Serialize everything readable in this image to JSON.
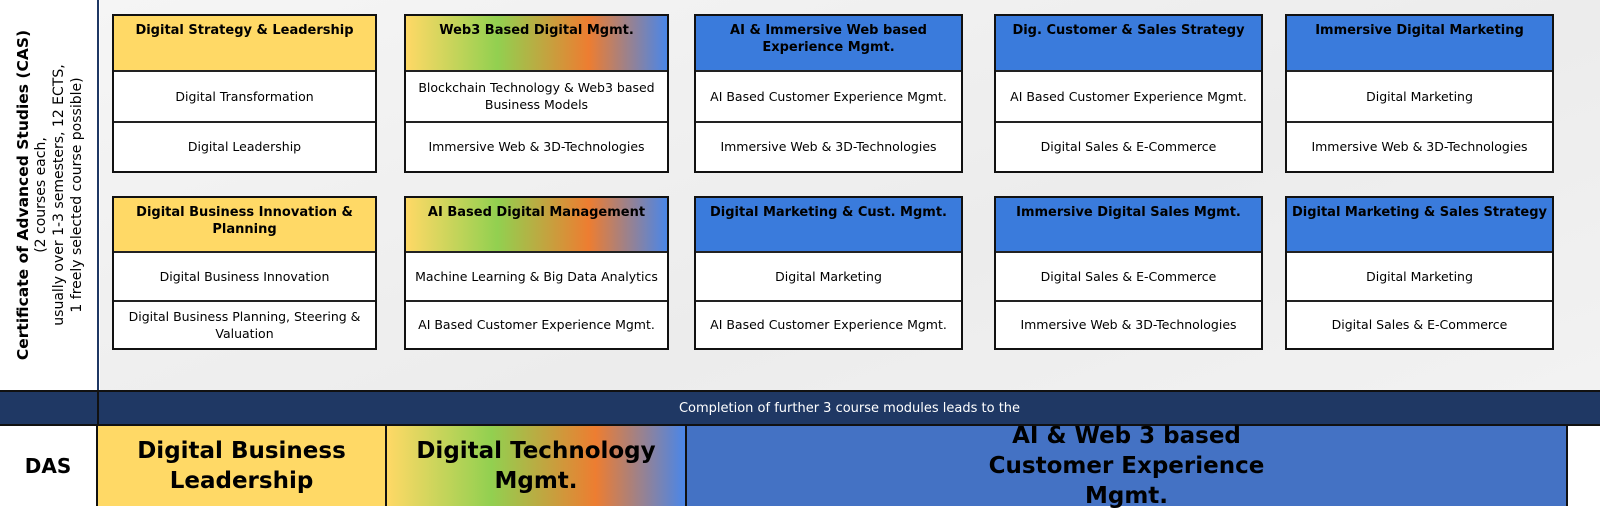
{
  "side_label": {
    "title": "Certificate of Advanced Studies (CAS)",
    "line1": "(2 courses each,",
    "line2": "usually over 1-3 semesters, 12 ECTS,",
    "line3": "1 freely selected course possible)"
  },
  "cards": [
    {
      "title": "Digital Strategy & Leadership",
      "courses": [
        "Digital Transformation",
        "Digital Leadership"
      ]
    },
    {
      "title": "Web3 Based Digital Mgmt.",
      "courses": [
        "Blockchain Technology & Web3 based Business Models",
        "Immersive Web & 3D-Technologies"
      ]
    },
    {
      "title": "AI & Immersive  Web based Experience Mgmt.",
      "courses": [
        "AI Based Customer Experience Mgmt.",
        "Immersive Web & 3D-Technologies"
      ]
    },
    {
      "title": "Dig. Customer & Sales Strategy",
      "courses": [
        "AI Based Customer Experience Mgmt.",
        "Digital Sales & E-Commerce"
      ]
    },
    {
      "title": "Immersive Digital Marketing",
      "courses": [
        "Digital Marketing",
        "Immersive Web & 3D-Technologies"
      ]
    },
    {
      "title": "Digital Business Innovation & Planning",
      "courses": [
        "Digital Business Innovation",
        "Digital Business Planning, Steering & Valuation"
      ]
    },
    {
      "title": "AI Based  Digital Management",
      "courses": [
        "Machine Learning & Big Data Analytics",
        "AI Based Customer Experience Mgmt."
      ]
    },
    {
      "title": "Digital Marketing & Cust. Mgmt.",
      "courses": [
        "Digital Marketing",
        "AI Based Customer Experience Mgmt."
      ]
    },
    {
      "title": "Immersive Digital Sales Mgmt.",
      "courses": [
        "Digital Sales & E-Commerce",
        "Immersive Web & 3D-Technologies"
      ]
    },
    {
      "title": "Digital Marketing & Sales Strategy",
      "courses": [
        "Digital Marketing",
        "Digital Sales & E-Commerce"
      ]
    }
  ],
  "band_text": "Completion of further 3 course modules leads to the",
  "das": {
    "label": "DAS",
    "programs": [
      "Digital Business Leadership",
      "Digital Technology Mgmt.",
      "AI & Web 3 based Customer Experience Mgmt."
    ]
  },
  "colors": {
    "yellow": "#FFD966",
    "blue": "#3A7BDC",
    "das_blue": "#4472C4",
    "navy": "#1F3864"
  }
}
